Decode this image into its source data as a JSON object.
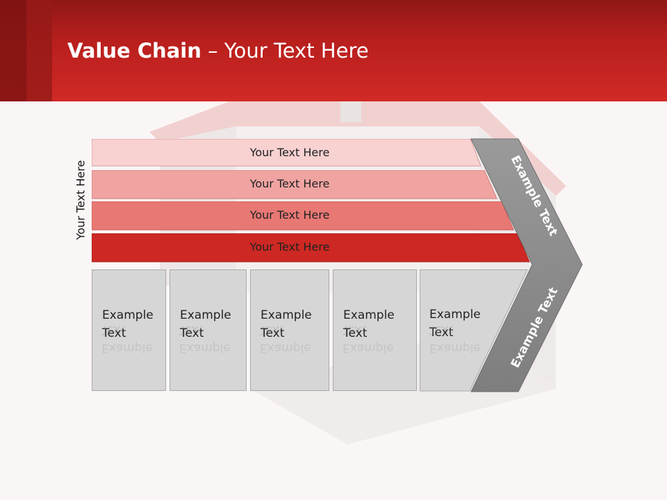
{
  "header": {
    "title_bold": "Value Chain",
    "title_rest": " – Your Text Here"
  },
  "side_label": "Your Text Here",
  "bands": [
    {
      "label": "Your Text Here",
      "color": "#f8d1d1"
    },
    {
      "label": "Your Text Here",
      "color": "#f0a4a2"
    },
    {
      "label": "Your Text Here",
      "color": "#e87874"
    },
    {
      "label": "Your Text Here",
      "color": "#cd2823"
    }
  ],
  "boxes": [
    {
      "label": "Example\nText"
    },
    {
      "label": "Example\nText"
    },
    {
      "label": "Example\nText"
    },
    {
      "label": "Example\nText"
    },
    {
      "label": "Example\nText"
    }
  ],
  "chevron": {
    "top_text": "Example Text",
    "bottom_text": "Example Text",
    "color": "#8a8a8a"
  }
}
